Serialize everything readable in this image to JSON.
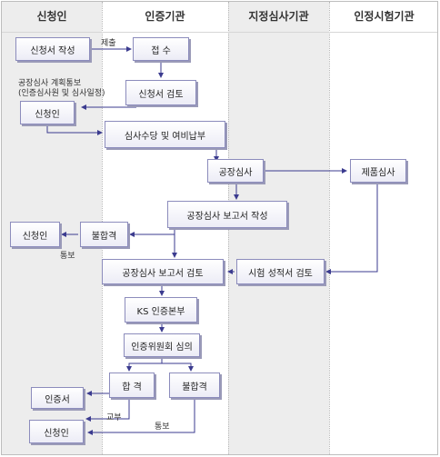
{
  "lanes": {
    "applicant": "신청인",
    "certification_body": "인증기관",
    "designated_audit_body": "지정심사기관",
    "certified_testing_body": "인정시험기관"
  },
  "nodes": {
    "application_prep": "신청서 작성",
    "receipt": "접 수",
    "application_review": "신청서 검토",
    "applicant_1": "신청인",
    "fee_payment": "심사수당 및 여비납부",
    "factory_audit": "공장심사",
    "product_test": "제품심사",
    "audit_report": "공장심사 보고서 작성",
    "applicant_2": "신청인",
    "fail_1": "불합격",
    "audit_report_review": "공장심사 보고서 검토",
    "test_report_review": "시험 성적서 검토",
    "ks_hq": "KS 인증본부",
    "committee": "인증위원회 심의",
    "pass": "합 격",
    "fail_2": "불합격",
    "certificate": "인증서",
    "applicant_3": "신청인"
  },
  "labels": {
    "submit": "제출",
    "plan_notice_line1": "공장심사 계획통보",
    "plan_notice_line2": "(인증심사원 및 심사일정)",
    "notify_1": "통보",
    "issue": "교부",
    "notify_2": "통보"
  },
  "colors": {
    "lane_shade": "#ededed",
    "arrow": "#3b3b8f",
    "box_border": "#8c8cbc"
  }
}
